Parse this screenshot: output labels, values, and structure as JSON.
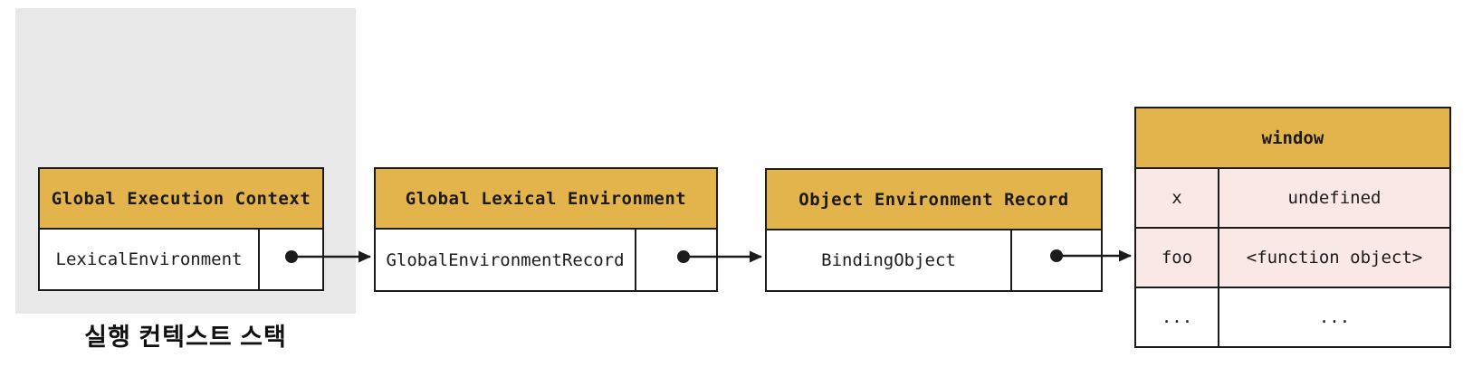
{
  "colors": {
    "yellow": "#e4b44c",
    "pink": "#f9e8e5",
    "gray": "#e8e8e8",
    "ink": "#1b1b1b"
  },
  "stack": {
    "label": "실행 컨텍스트 스택"
  },
  "boxes": [
    {
      "title": "Global Execution Context",
      "slot": "LexicalEnvironment"
    },
    {
      "title": "Global Lexical Environment",
      "slot": "GlobalEnvironmentRecord"
    },
    {
      "title": "Object Environment Record",
      "slot": "BindingObject"
    }
  ],
  "window_table": {
    "title": "window",
    "rows": [
      {
        "key": "x",
        "value": "undefined"
      },
      {
        "key": "foo",
        "value": "<function object>"
      },
      {
        "key": "...",
        "value": "..."
      }
    ]
  }
}
